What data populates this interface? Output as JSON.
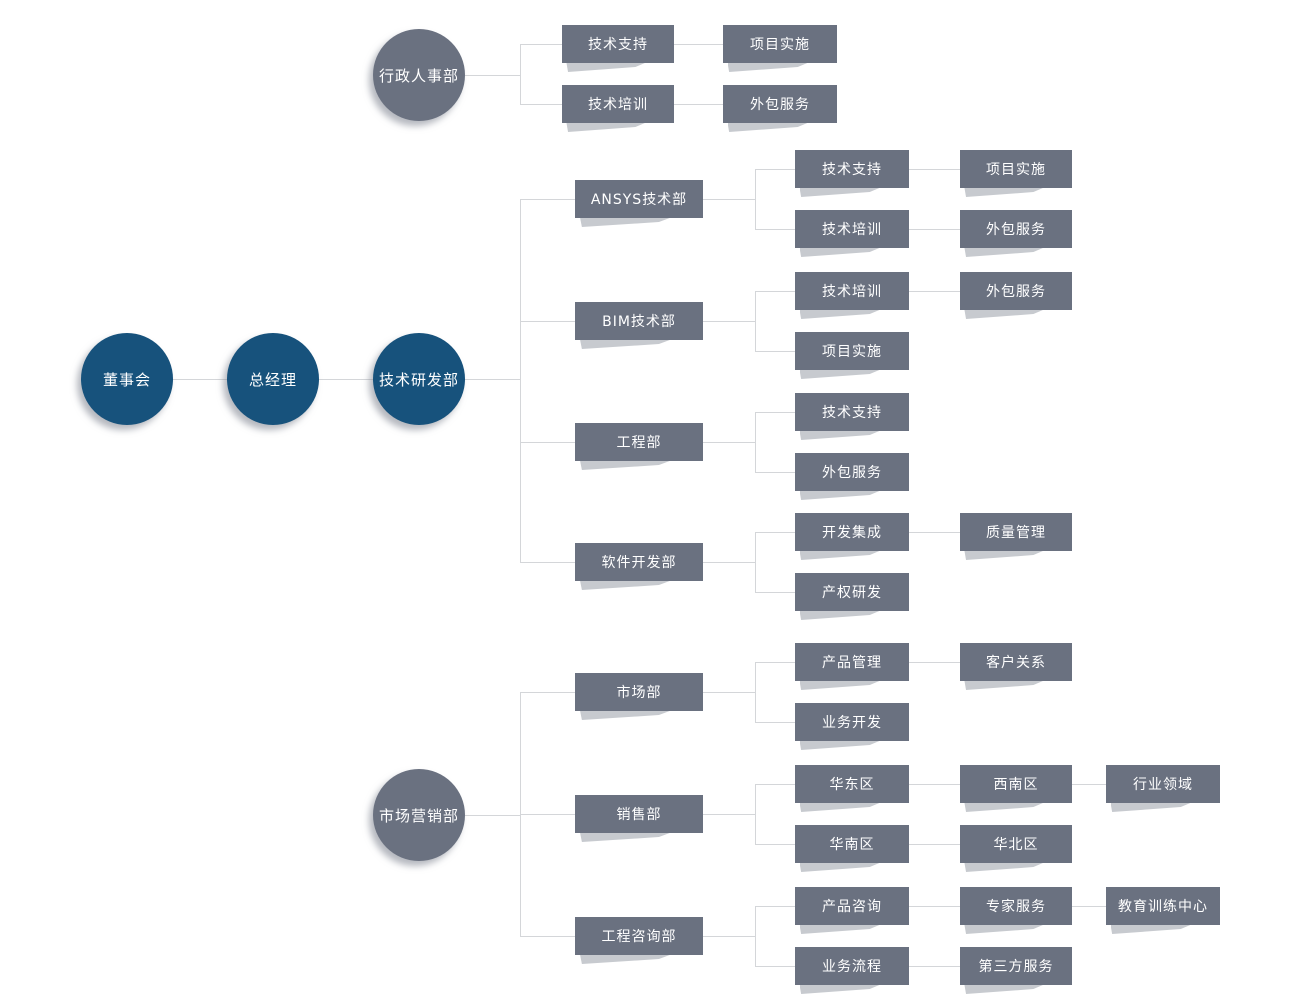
{
  "diagram": {
    "type": "org-chart",
    "colors": {
      "primary_node": "#17527c",
      "secondary_node": "#6a7180",
      "node_text": "#ffffff",
      "connector": "#d4d6d9",
      "fold_shadow": "#c7cacf",
      "background": "#ffffff"
    },
    "nodes": {
      "board": "董事会",
      "general_manager": "总经理",
      "tech_rd_dept": "技术研发部",
      "admin_hr_dept": "行政人事部",
      "marketing_dept": "市场营销部",
      "hr_support": "技术支持",
      "hr_support_impl": "项目实施",
      "hr_training": "技术培训",
      "hr_training_outsource": "外包服务",
      "ansys_dept": "ANSYS技术部",
      "ansys_support": "技术支持",
      "ansys_support_impl": "项目实施",
      "ansys_training": "技术培训",
      "ansys_training_outsource": "外包服务",
      "bim_dept": "BIM技术部",
      "bim_training": "技术培训",
      "bim_training_outsource": "外包服务",
      "bim_impl": "项目实施",
      "eng_dept": "工程部",
      "eng_support": "技术支持",
      "eng_outsource": "外包服务",
      "software_dept": "软件开发部",
      "sw_integration": "开发集成",
      "sw_quality": "质量管理",
      "sw_ipr": "产权研发",
      "market_dept": "市场部",
      "product_mgmt": "产品管理",
      "customer_rel": "客户关系",
      "biz_dev": "业务开发",
      "sales_dept": "销售部",
      "east_region": "华东区",
      "southwest_region": "西南区",
      "industry_field": "行业领域",
      "south_region": "华南区",
      "north_region": "华北区",
      "eng_consult_dept": "工程咨询部",
      "product_consult": "产品咨询",
      "expert_service": "专家服务",
      "edu_training_center": "教育训练中心",
      "biz_process": "业务流程",
      "third_party_service": "第三方服务"
    }
  }
}
